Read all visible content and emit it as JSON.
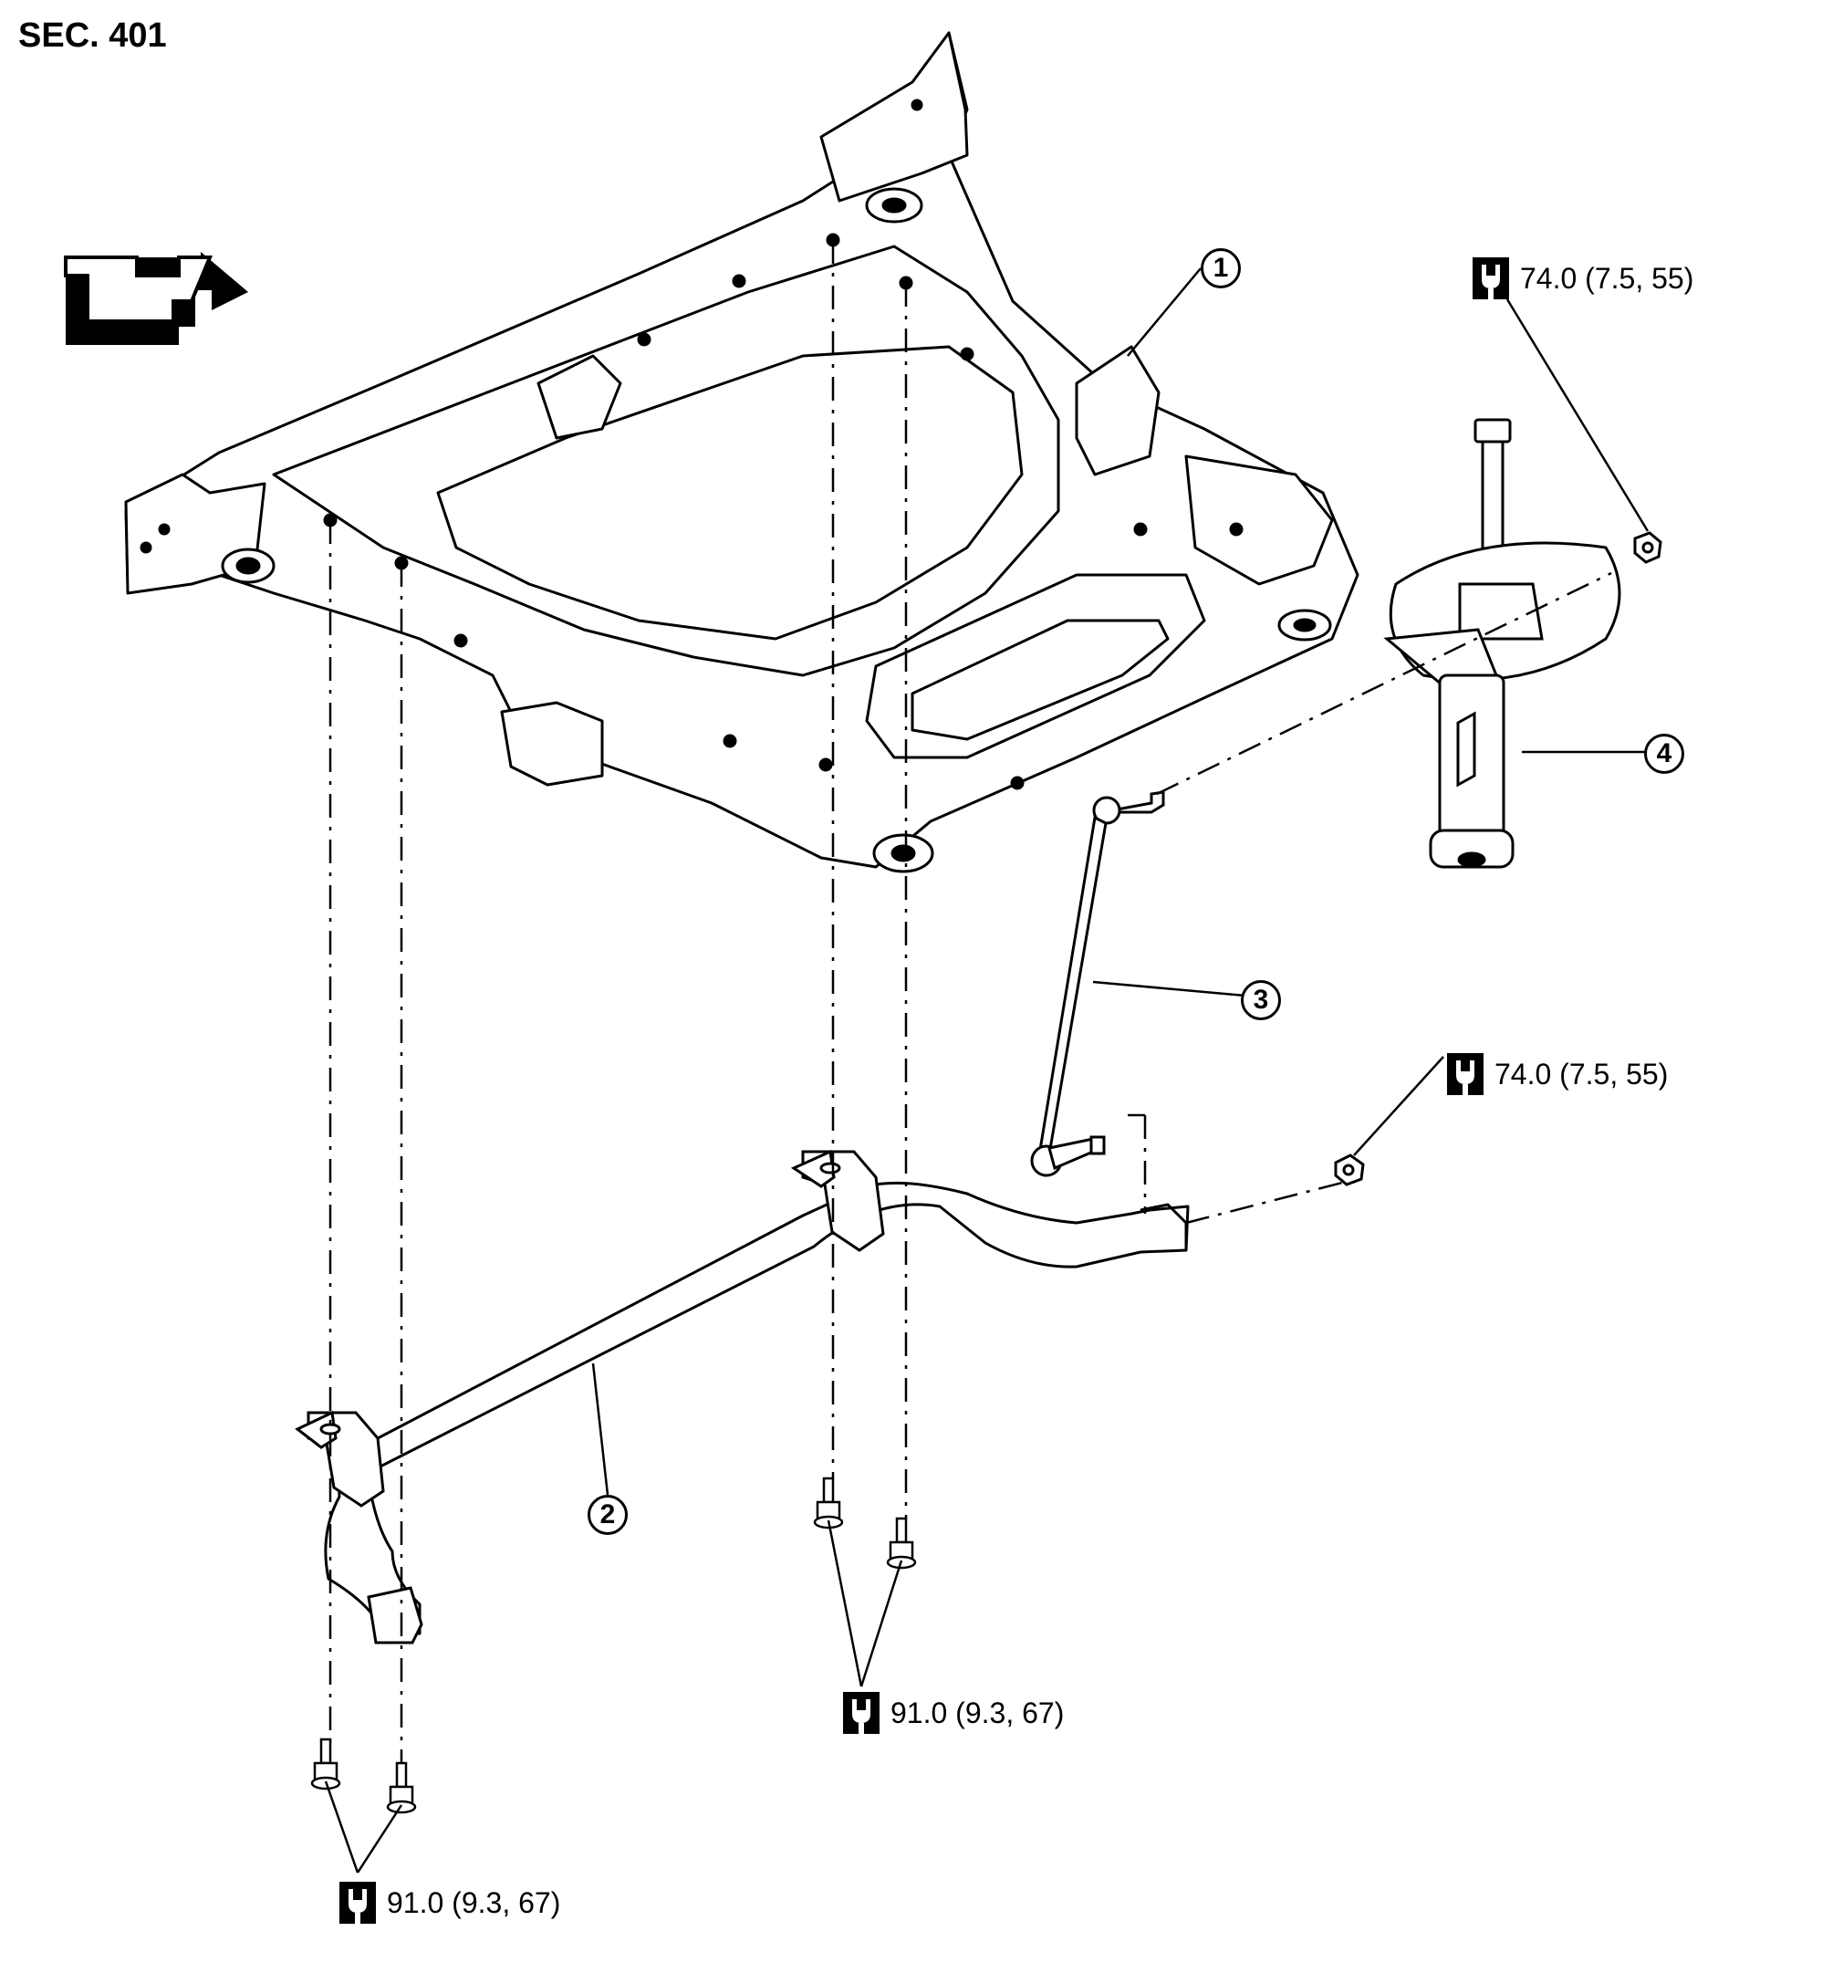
{
  "section": "SEC. 401",
  "callouts": [
    "1",
    "2",
    "3",
    "4"
  ],
  "torques": {
    "strut_nut": "74.0 (7.5, 55)",
    "link_nut": "74.0 (7.5, 55)",
    "center_bolts": "91.0 (9.3, 67)",
    "left_bolts": "91.0 (9.3, 67)"
  },
  "icons": {
    "front_arrow": "front-direction-arrow-icon",
    "torque": "torque-wrench-icon"
  }
}
